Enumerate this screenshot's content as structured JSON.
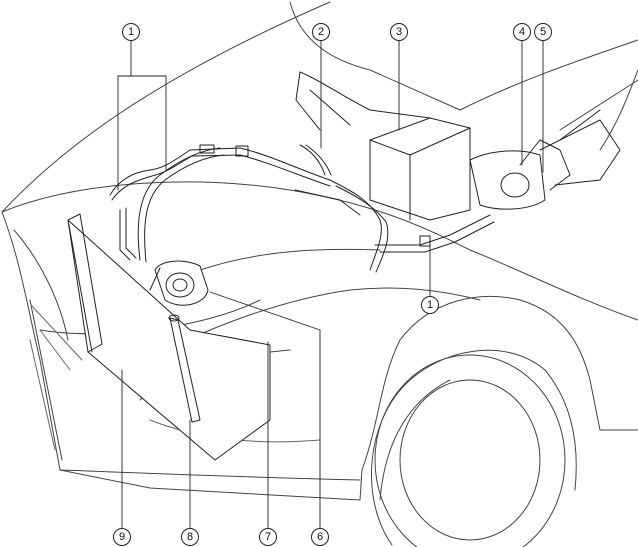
{
  "callouts": [
    {
      "id": "c1a",
      "label": "1"
    },
    {
      "id": "c2",
      "label": "2"
    },
    {
      "id": "c3",
      "label": "3"
    },
    {
      "id": "c4",
      "label": "4"
    },
    {
      "id": "c5",
      "label": "5"
    },
    {
      "id": "c1b",
      "label": "1"
    },
    {
      "id": "c9",
      "label": "9"
    },
    {
      "id": "c8",
      "label": "8"
    },
    {
      "id": "c7",
      "label": "7"
    },
    {
      "id": "c6",
      "label": "6"
    }
  ]
}
